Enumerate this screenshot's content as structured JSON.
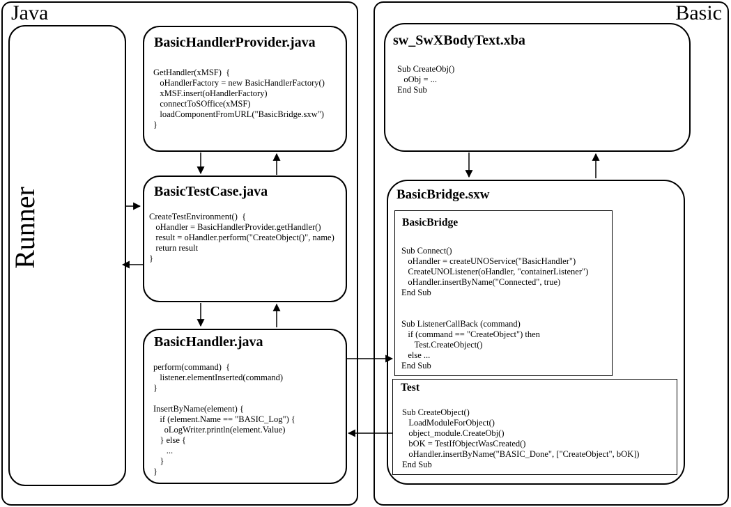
{
  "regions": {
    "java_label": "Java",
    "basic_label": "Basic",
    "runner_label": "Runner"
  },
  "boxes": {
    "provider": {
      "title": "BasicHandlerProvider.java",
      "code": [
        "GetHandler(xMSF)  {",
        "   oHandlerFactory = new BasicHandlerFactory()",
        "   xMSF.insert(oHandlerFactory)",
        "   connectToSOffice(xMSF)",
        "   loadComponentFromURL(\"BasicBridge.sxw\")",
        "}"
      ]
    },
    "testcase": {
      "title": "BasicTestCase.java",
      "code": [
        "CreateTestEnvironment()  {",
        "   oHandler = BasicHandlerProvider.getHandler()",
        "   result = oHandler.perform(\"CreateObject()\", name)",
        "   return result",
        "}"
      ]
    },
    "handler": {
      "title": "BasicHandler.java",
      "code": [
        "perform(command)  {",
        "   listener.elementInserted(command)",
        "}",
        "",
        "InsertByName(element) {",
        "   if (element.Name == \"BASIC_Log\") {",
        "     oLogWriter.println(element.Value)",
        "   } else {",
        "      ...",
        "   }",
        "}"
      ]
    },
    "sw": {
      "title": "sw_SwXBodyText.xba",
      "code": [
        "Sub CreateObj()",
        "   oObj = ...",
        "End Sub"
      ]
    },
    "bridge": {
      "title": "BasicBridge.sxw"
    },
    "bridge_module": {
      "title": "BasicBridge",
      "code": [
        "Sub Connect()",
        "   oHandler = createUNOService(\"BasicHandler\")",
        "   CreateUNOListener(oHandler, \"containerListener\")",
        "   oHandler.insertByName(\"Connected\", true)",
        "End Sub",
        "",
        "",
        "Sub ListenerCallBack (command)",
        "   if (command == \"CreateObject\") then",
        "      Test.CreateObject()",
        "   else ...",
        "End Sub"
      ]
    },
    "test_module": {
      "title": "Test",
      "code": [
        "Sub CreateObject()",
        "   LoadModuleForObject()",
        "   object_module.CreateObj()",
        "   bOK = TestIfObjectWasCreated()",
        "   oHandler.insertByName(\"BASIC_Done\", [\"CreateObject\", bOK])",
        "End Sub"
      ]
    }
  },
  "colors": {
    "line": "#000000",
    "background": "#ffffff"
  }
}
